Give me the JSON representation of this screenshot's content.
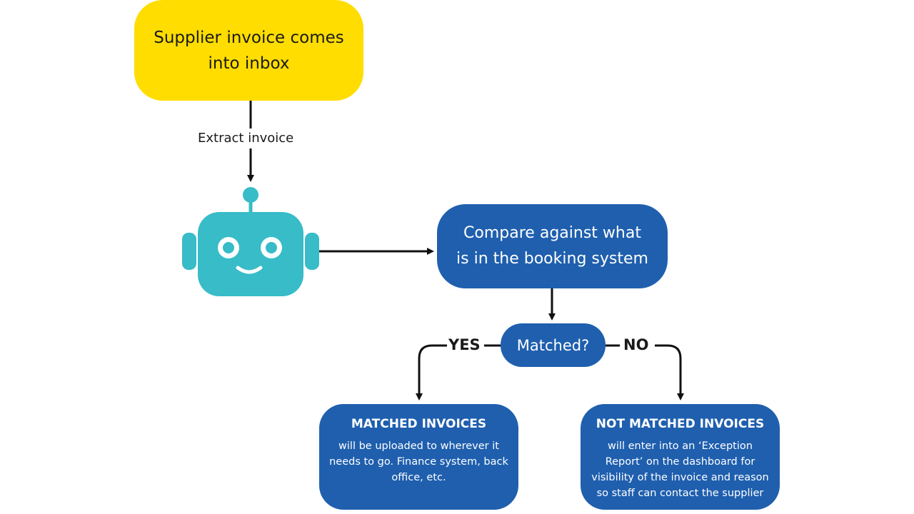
{
  "nodes": {
    "start": {
      "text_line1": "Supplier invoice comes",
      "text_line2": "into inbox"
    },
    "compare": {
      "text_line1": "Compare against what",
      "text_line2": "is in the booking system"
    },
    "decision": {
      "text": "Matched?"
    },
    "matched": {
      "title": "MATCHED INVOICES",
      "desc_line1": "will be uploaded to wherever it",
      "desc_line2": "needs to go. Finance system, back",
      "desc_line3": "office, etc."
    },
    "not_matched": {
      "title": "NOT MATCHED INVOICES",
      "desc_line1": "will enter into an ‘Exception",
      "desc_line2": "Report’ on the dashboard for",
      "desc_line3": "visibility of the invoice and reason",
      "desc_line4": "so staff can contact the supplier"
    }
  },
  "edges": {
    "extract_label": "Extract invoice",
    "yes_label": "YES",
    "no_label": "NO"
  },
  "icons": {
    "robot": "robot-icon"
  },
  "colors": {
    "start_fill": "#FFDD00",
    "process_fill": "#1F5FAE",
    "robot_fill": "#37BCC8",
    "line": "#111111"
  }
}
